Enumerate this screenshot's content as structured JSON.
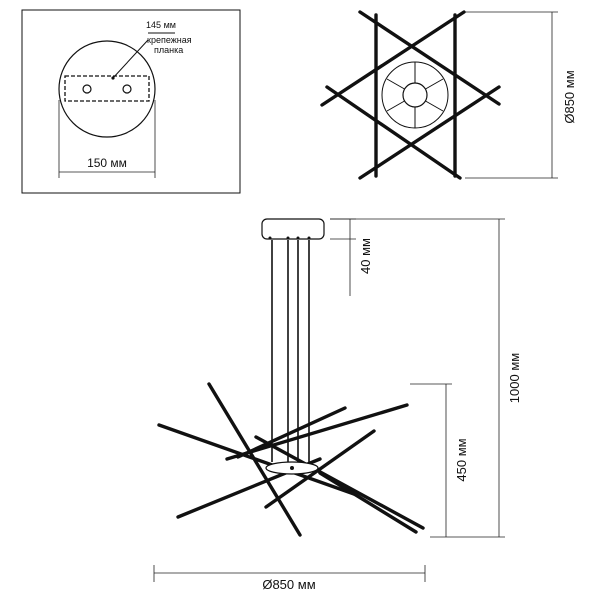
{
  "labels": {
    "bracket_width": "145 мм",
    "bracket_name_line1": "крепежная",
    "bracket_name_line2": "планка",
    "canopy_diameter": "150 мм",
    "top_view_diameter": "Ø850 мм",
    "canopy_height": "40 мм",
    "total_height": "1000 мм",
    "body_height": "450 мм",
    "body_diameter": "Ø850 мм"
  }
}
